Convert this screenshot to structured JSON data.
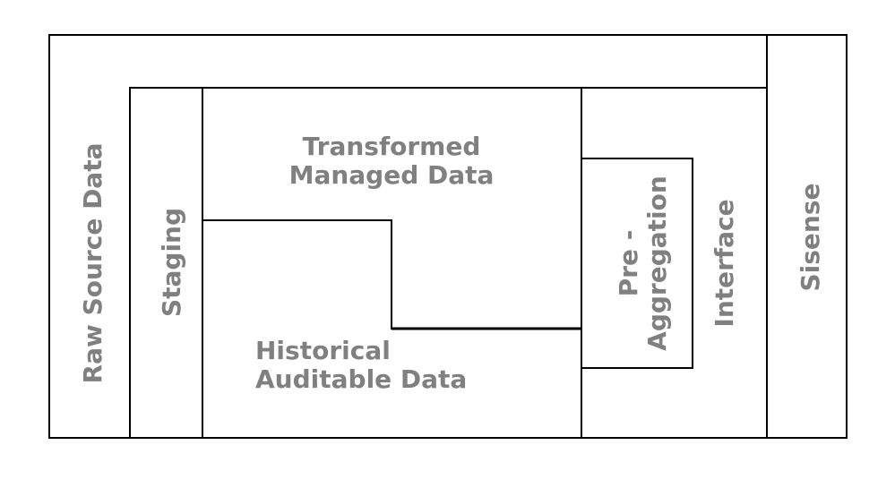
{
  "diagram": {
    "raw_source": "Raw Source Data",
    "staging": "Staging",
    "transformed_line1": "Transformed",
    "transformed_line2": "Managed Data",
    "historical_line1": "Historical",
    "historical_line2": "Auditable Data",
    "preagg_line1": "Pre -",
    "preagg_line2": "Aggregation",
    "interface": "Interface",
    "sisense": "Sisense"
  }
}
